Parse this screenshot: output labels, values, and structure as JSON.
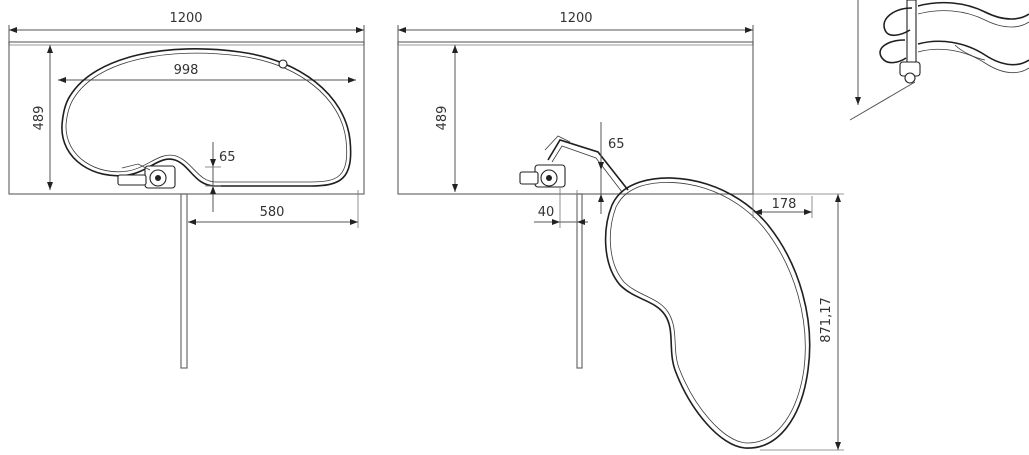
{
  "left_view": {
    "width_label": "1200",
    "tray_width_label": "998",
    "depth_label": "489",
    "offset_label": "65",
    "door_label": "580"
  },
  "right_view": {
    "width_label": "1200",
    "depth_label": "489",
    "offset_label": "65",
    "gap_label": "40",
    "extension_label": "178",
    "reach_label": "871,17"
  },
  "colors": {
    "line": "#555555",
    "tray": "#1f1f1f",
    "text": "#333333"
  }
}
